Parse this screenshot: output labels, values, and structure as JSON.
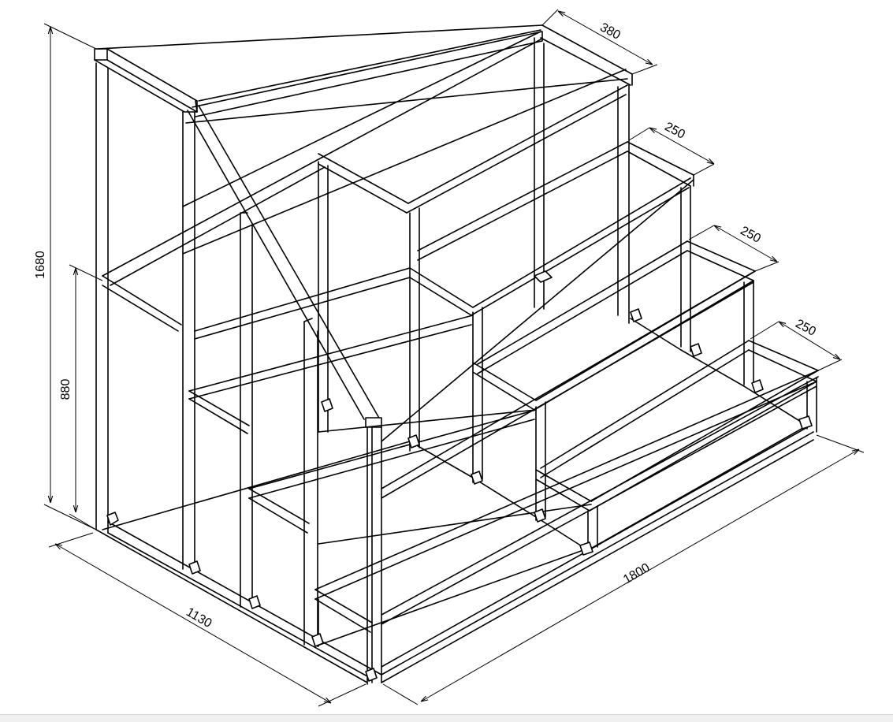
{
  "drawing": {
    "subject": "steel-frame bleacher",
    "dimensions": {
      "overall_height": "1680",
      "lower_height": "880",
      "depth": "1130",
      "length": "1800",
      "top_tread": "380",
      "tread_1": "250",
      "tread_2": "250",
      "tread_3": "250"
    }
  }
}
